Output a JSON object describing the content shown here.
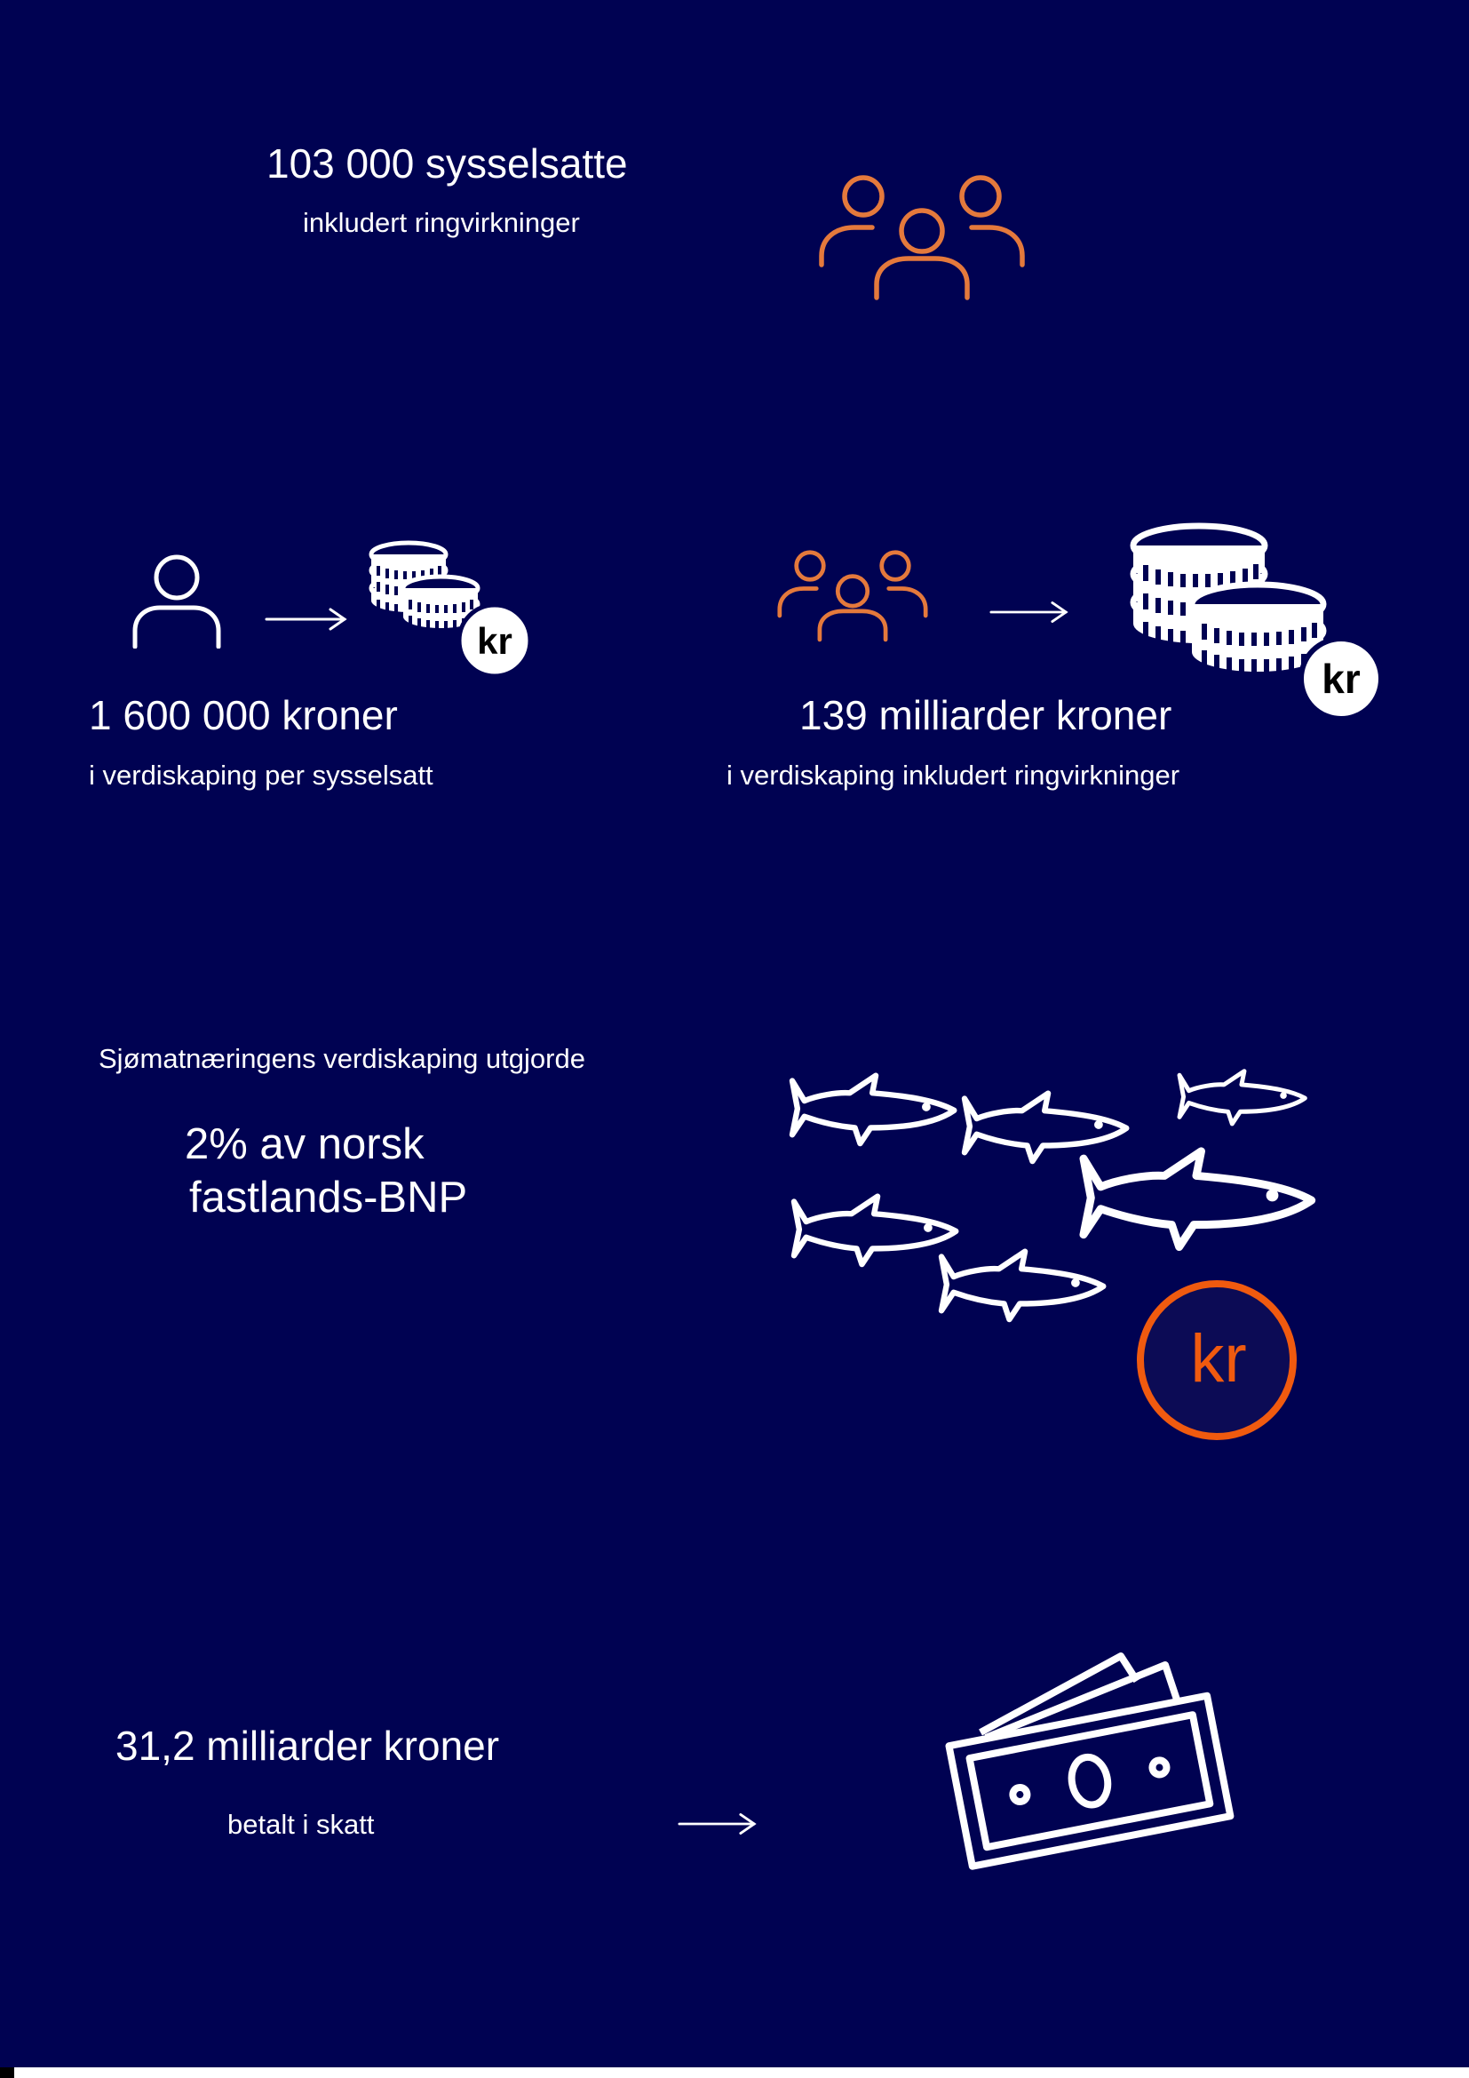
{
  "employment": {
    "headline": "103 000 sysselsatte",
    "subtitle": "inkludert ringvirkninger"
  },
  "value_per_employee": {
    "headline": "1 600 000 kroner",
    "subtitle": "i verdiskaping per sysselsatt",
    "badge": "kr"
  },
  "total_value": {
    "headline": "139 milliarder kroner",
    "subtitle": "i verdiskaping inkludert ringvirkninger",
    "badge": "kr"
  },
  "gdp_share": {
    "intro": "Sjømatnæringens verdiskaping utgjorde",
    "value_line1": "2% av norsk",
    "value_line2": "fastlands-BNP",
    "badge": "kr"
  },
  "tax": {
    "headline": "31,2 milliarder kroner",
    "subtitle": "betalt i skatt"
  },
  "icons": {
    "employees": "people-group-icon",
    "person": "person-icon",
    "arrow": "arrow-right-icon",
    "coins": "coin-stack-icon",
    "fish": "fish-icon",
    "krone": "krone-coin-icon",
    "money": "banknote-stack-icon"
  },
  "colors": {
    "background": "#000252",
    "text": "#ffffff",
    "accent_orange": "#e4793c",
    "coin_ring_orange": "#f05a0f"
  }
}
